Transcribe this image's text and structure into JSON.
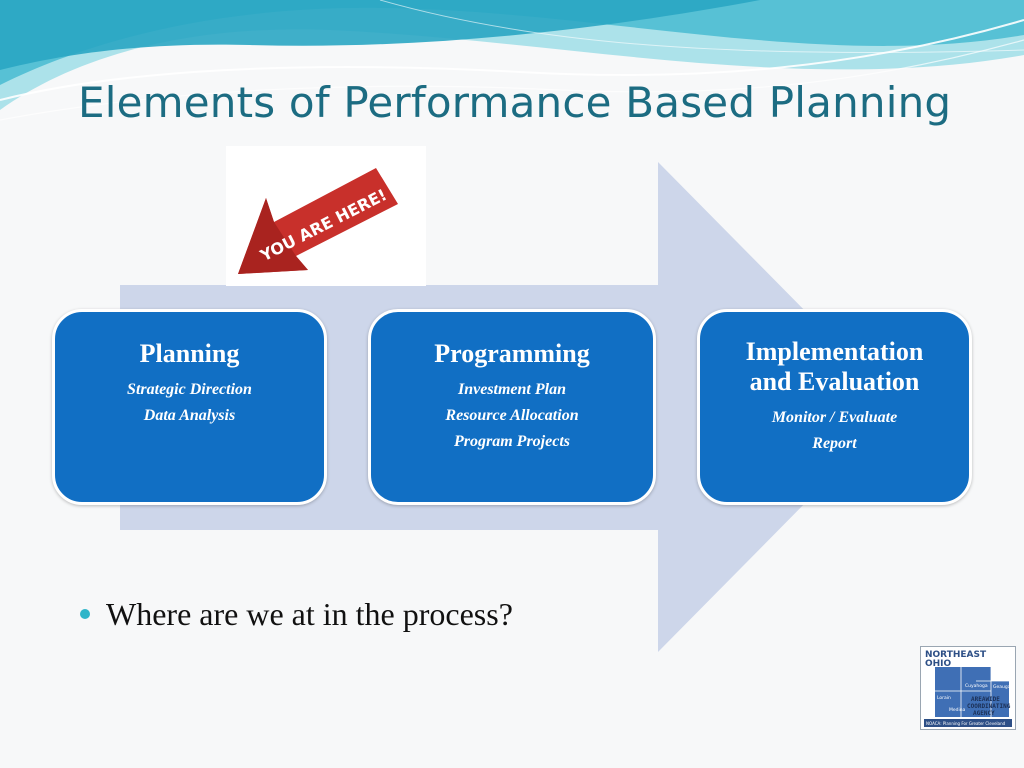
{
  "title": "Elements of Performance Based Planning",
  "callout": {
    "text": "YOU ARE HERE!"
  },
  "stages": [
    {
      "title": "Planning",
      "items": [
        "Strategic Direction",
        "Data Analysis"
      ]
    },
    {
      "title": "Programming",
      "items": [
        "Investment Plan",
        "Resource Allocation",
        "Program Projects"
      ]
    },
    {
      "title_lines": [
        "Implementation",
        "and Evaluation"
      ],
      "items": [
        "Monitor / Evaluate",
        "Report"
      ]
    }
  ],
  "bullet": "Where are we at in the process?",
  "logo": {
    "lines": [
      "NORTHEAST",
      "OHIO"
    ],
    "agency": [
      "AREAWIDE",
      "COORDINATING",
      "AGENCY"
    ],
    "counties": [
      "Lake",
      "Geauga",
      "Cuyahoga",
      "Lorain",
      "Medina"
    ],
    "tagline": "NOACA: Planning For Greater Cleveland"
  },
  "colors": {
    "title": "#1c6c82",
    "stage_fill": "#116fc4",
    "arrow": "#cdd6ea",
    "bullet_dot": "#2fb5c9",
    "callout": "#c8302b"
  }
}
